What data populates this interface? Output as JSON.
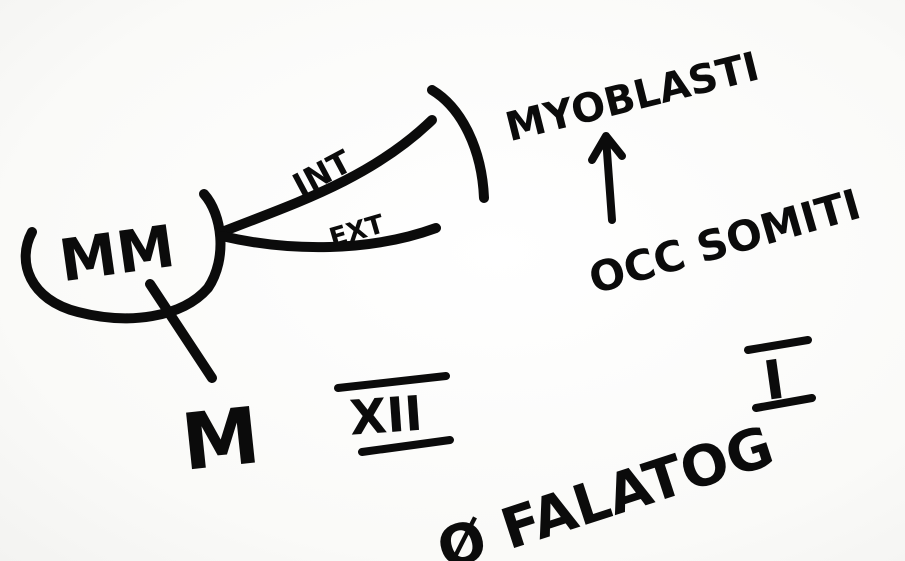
{
  "sketch": {
    "main_label": "MM",
    "upper_branch_label": "INT",
    "lower_branch_label": "EXT",
    "target_label": "MYOBLASTI",
    "source_label": "OCC SOMITI",
    "origin_label": "M",
    "nerve_label": "XII",
    "numeral_label": "I",
    "bottom_label": "Ø FALATOG"
  },
  "colors": {
    "ink": "#0b0b0b",
    "paper": "#fcfcfb"
  }
}
